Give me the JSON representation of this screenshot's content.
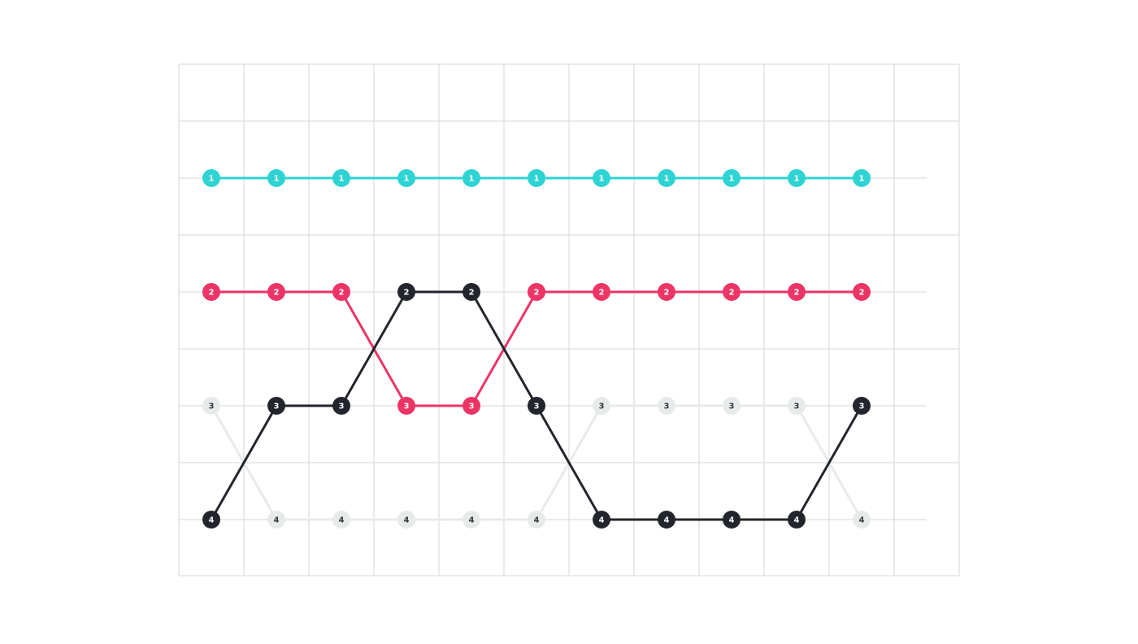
{
  "chart_data": {
    "type": "line",
    "chart_subtype": "bump",
    "title": "",
    "xlabel": "",
    "ylabel": "",
    "x": [
      1,
      2,
      3,
      4,
      5,
      6,
      7,
      8,
      9,
      10,
      11
    ],
    "ylim": [
      0.5,
      4.5
    ],
    "y_inverted": true,
    "grid": true,
    "legend": "none",
    "series": [
      {
        "color": "#2ed3d3",
        "text_color": "#ffffff",
        "values": [
          1,
          1,
          1,
          1,
          1,
          1,
          1,
          1,
          1,
          1,
          1
        ]
      },
      {
        "color": "#ec3466",
        "text_color": "#ffffff",
        "values": [
          2,
          2,
          2,
          3,
          3,
          2,
          2,
          2,
          2,
          2,
          2
        ]
      },
      {
        "color": "#e6ebea",
        "text_color": "#333a40",
        "values": [
          3,
          4,
          4,
          4,
          4,
          4,
          3,
          3,
          3,
          3,
          4
        ]
      },
      {
        "color": "#22252b",
        "text_color": "#ffffff",
        "values": [
          4,
          3,
          3,
          2,
          2,
          3,
          4,
          4,
          4,
          4,
          3
        ]
      }
    ]
  }
}
